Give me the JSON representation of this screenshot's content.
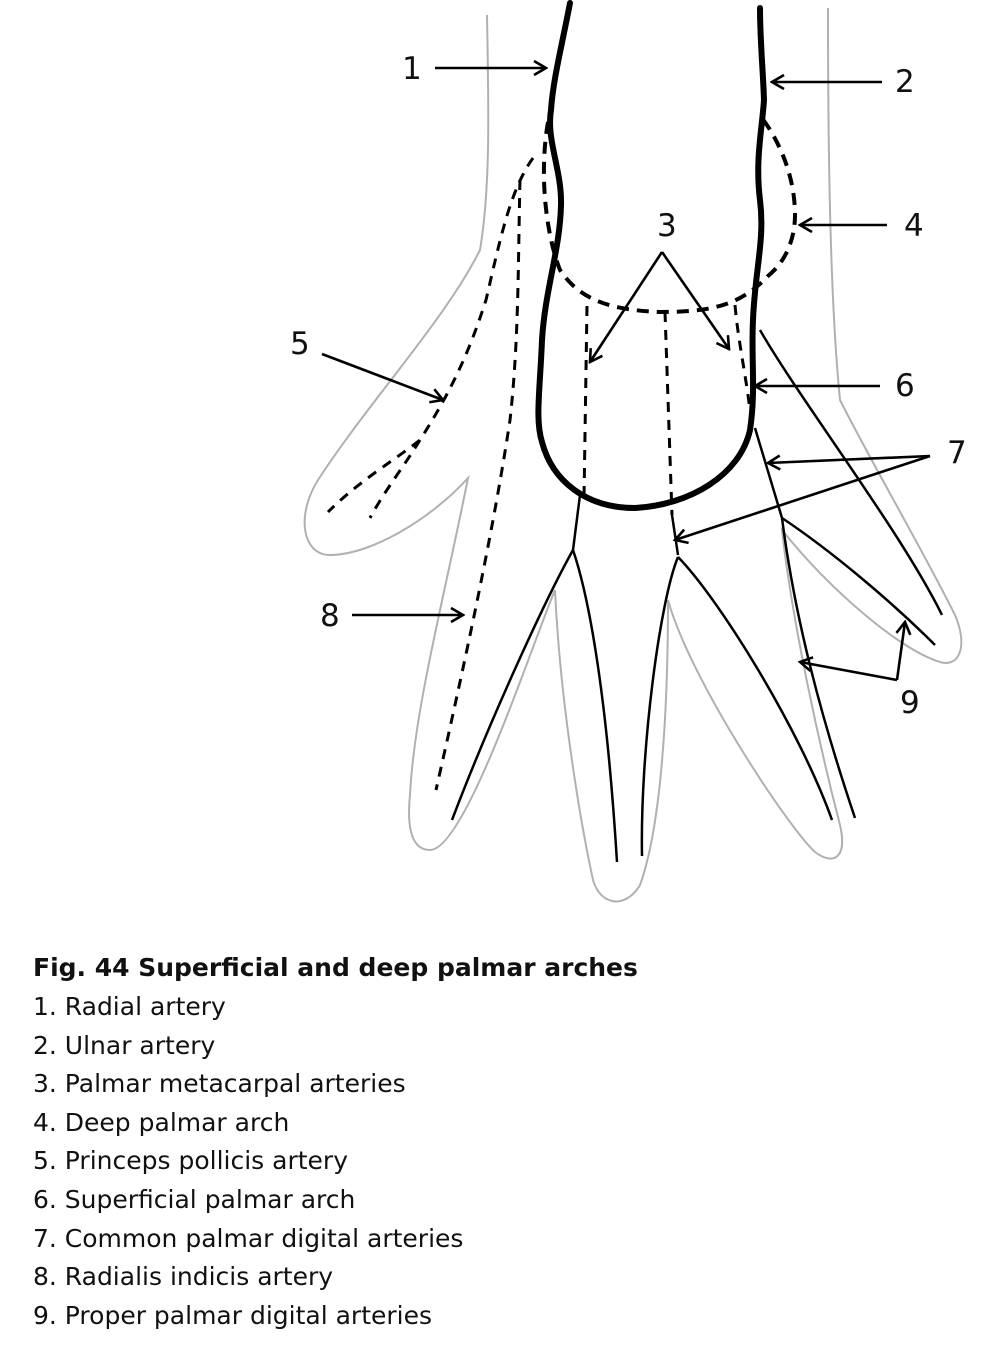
{
  "figure": {
    "callouts": [
      "1",
      "2",
      "3",
      "4",
      "5",
      "6",
      "7",
      "8",
      "9"
    ]
  },
  "caption": {
    "title": "Fig. 44  Superficial and deep palmar arches",
    "legend": [
      "1. Radial artery",
      "2. Ulnar artery",
      "3. Palmar metacarpal arteries",
      "4. Deep palmar arch",
      "5. Princeps pollicis artery",
      "6. Superficial palmar arch",
      "7. Common palmar digital arteries",
      "8. Radialis indicis artery",
      "9. Proper palmar digital arteries"
    ]
  },
  "colors": {
    "ink": "#000000",
    "hand_outline": "#b0b0b0",
    "text": "#111111"
  }
}
